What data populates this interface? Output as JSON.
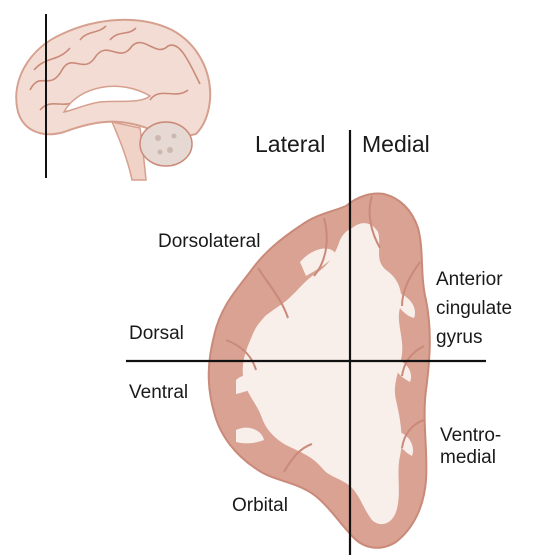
{
  "diagram": {
    "orientation_labels": {
      "lateral": "Lateral",
      "medial": "Medial",
      "dorsal": "Dorsal",
      "ventral": "Ventral"
    },
    "region_labels": {
      "dorsolateral": "Dorsolateral",
      "anterior_cingulate_line1": "Anterior",
      "anterior_cingulate_line2": "cingulate",
      "anterior_cingulate_line3": "gyrus",
      "ventromedial_line1": "Ventro-",
      "ventromedial_line2": "medial",
      "orbital": "Orbital"
    },
    "colors": {
      "gray_matter": "#d9a293",
      "gray_matter_dark": "#c98a79",
      "white_matter": "#f8eeea",
      "brain_outline": "#d6a08f",
      "line": "#111111",
      "cerebellum": "#e6d8d2"
    }
  }
}
